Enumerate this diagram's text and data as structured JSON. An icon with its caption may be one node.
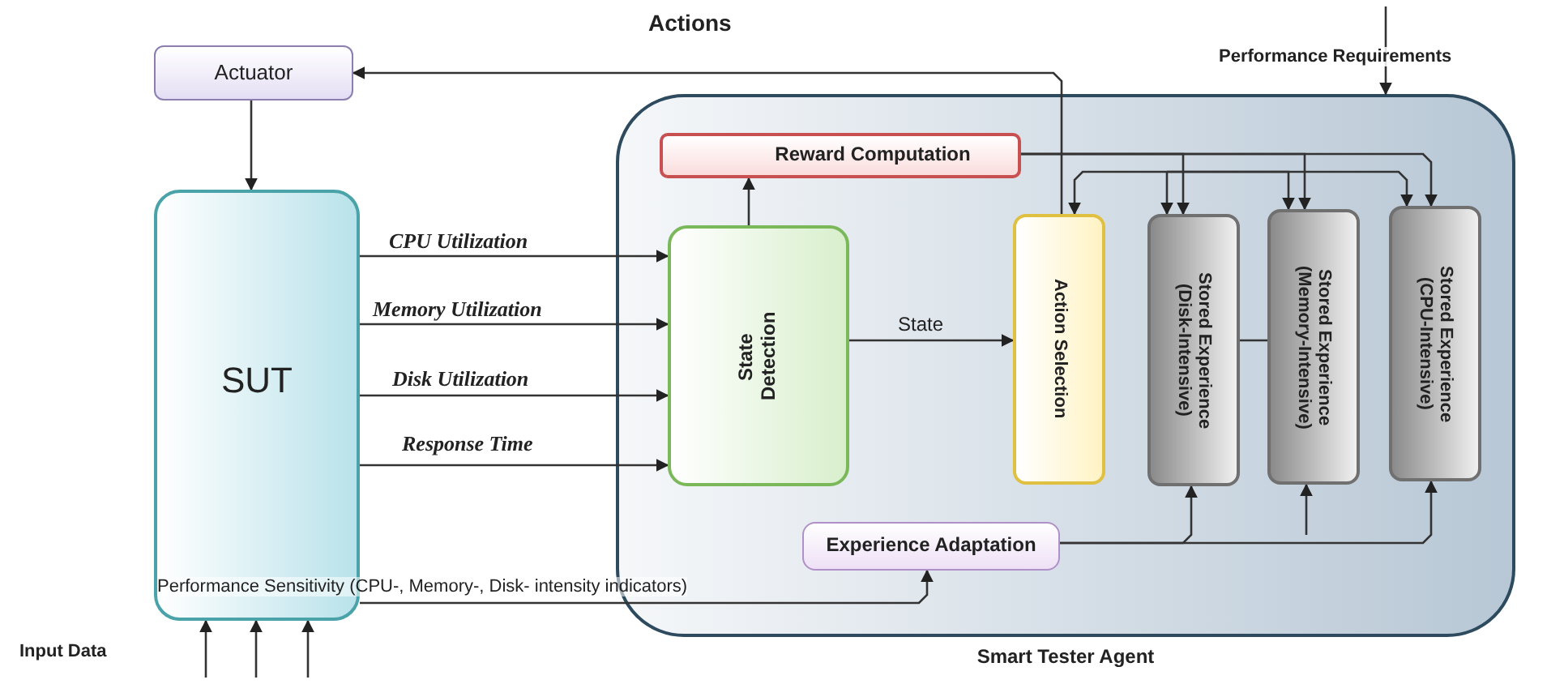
{
  "diagram": {
    "nodes": [
      {
        "text": [
          "Actuator"
        ]
      },
      {
        "text": [
          "SUT"
        ]
      },
      {
        "text": [
          "Smart Tester Agent"
        ]
      },
      {
        "text": [
          "Reward Computation"
        ],
        "in": 2
      },
      {
        "text": [
          "State Detection"
        ],
        "in": 2
      },
      {
        "text": [
          "Action Selection"
        ],
        "in": 2
      },
      {
        "text": [
          "Stored Experience (Disk-Intensive)"
        ],
        "in": 2
      },
      {
        "text": [
          "Stored Experience (Memory-Intensive)"
        ],
        "in": 2
      },
      {
        "text": [
          "Stored Experience (CPU-Intensive)"
        ],
        "in": 2
      },
      {
        "text": [
          "Experience Adaptation"
        ],
        "in": 2
      }
    ],
    "edges": [
      {
        "from": 0,
        "to": 1,
        "arrow": "to"
      },
      {
        "from": 5,
        "to": 0,
        "arrow": "to",
        "label": "Actions"
      },
      {
        "from": 1,
        "to": 4,
        "arrow": "to",
        "label": "CPU Utilization"
      },
      {
        "from": 1,
        "to": 4,
        "arrow": "to",
        "label": "Memory Utilization"
      },
      {
        "from": 1,
        "to": 4,
        "arrow": "to",
        "label": "Disk Utilization"
      },
      {
        "from": 1,
        "to": 4,
        "arrow": "to",
        "label": "Response Time"
      },
      {
        "from": 4,
        "to": 3,
        "arrow": "to"
      },
      {
        "from": 4,
        "to": 5,
        "arrow": "to",
        "label": "State"
      },
      {
        "from": 3,
        "to": 6,
        "arrow": "to"
      },
      {
        "from": 3,
        "to": 7,
        "arrow": "to"
      },
      {
        "from": 3,
        "to": 8,
        "arrow": "to"
      },
      {
        "from": null,
        "to": 5,
        "arrow": "to"
      },
      {
        "from": null,
        "to": 6,
        "arrow": "to"
      },
      {
        "from": null,
        "to": 7,
        "arrow": "to"
      },
      {
        "from": null,
        "to": 8,
        "arrow": "to"
      },
      {
        "from": 6,
        "to": 7,
        "arrow": "none"
      },
      {
        "from": 9,
        "to": 6,
        "arrow": "to"
      },
      {
        "from": 9,
        "to": 8,
        "arrow": "to"
      },
      {
        "from": null,
        "to": 7,
        "arrow": "to"
      },
      {
        "from": 1,
        "to": 9,
        "arrow": "to",
        "label": "Performance Sensitivity (CPU-, Memory-, Disk- intensity indicators)"
      },
      {
        "from": null,
        "to": 2,
        "arrow": "to",
        "label": "Performance Requirements"
      },
      {
        "from": null,
        "to": 1,
        "arrow": "to"
      },
      {
        "from": null,
        "to": 1,
        "arrow": "to"
      },
      {
        "from": null,
        "to": 1,
        "arrow": "to"
      }
    ],
    "labels": [
      "Input Data"
    ]
  }
}
